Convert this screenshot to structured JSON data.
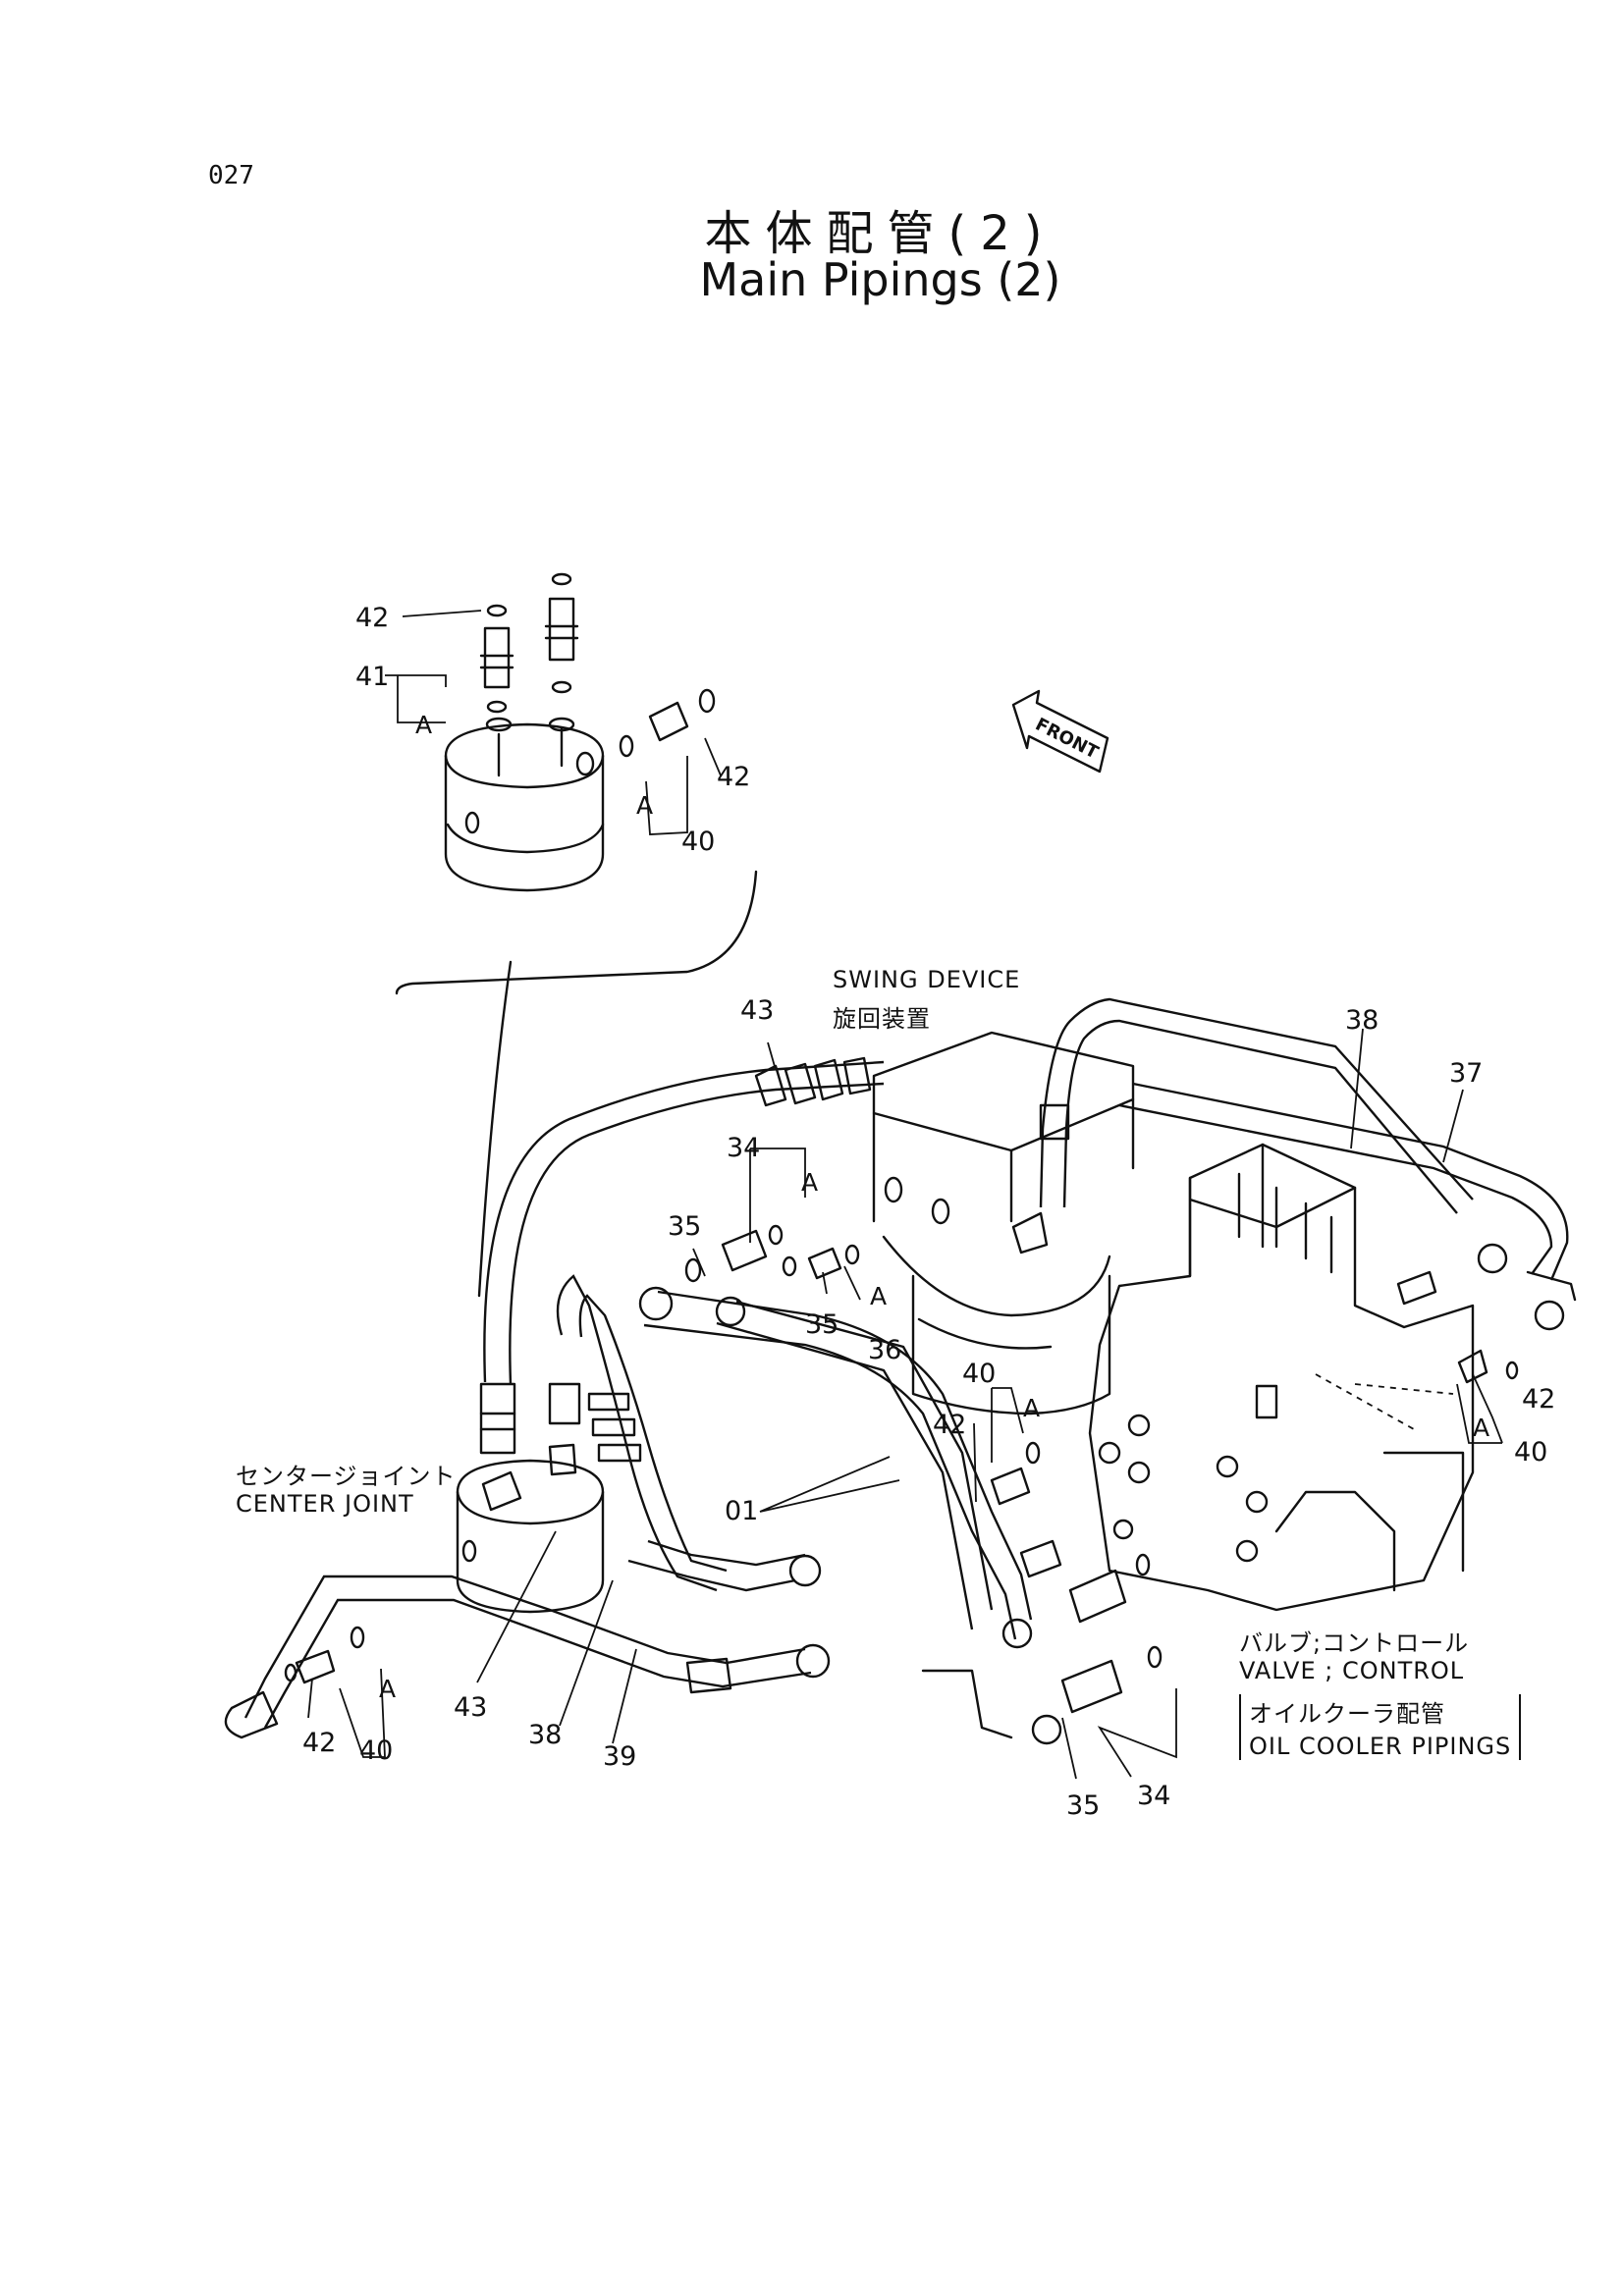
{
  "page": {
    "number": "027"
  },
  "title": {
    "japanese": "本体配管(2)",
    "english": "Main Pipings (2)"
  },
  "orientation": {
    "front_label": "FRONT"
  },
  "components": {
    "swing_device": {
      "en": "SWING DEVICE",
      "jp": "旋回装置"
    },
    "center_joint": {
      "jp": "センタージョイント",
      "en": "CENTER JOINT"
    },
    "control_valve": {
      "jp": "バルブ;コントロール",
      "en": "VALVE ; CONTROL"
    },
    "oil_cooler_pipings": {
      "jp": "オイルクーラ配管",
      "en": "OIL COOLER PIPINGS"
    }
  },
  "group_marks": [
    "A",
    "A",
    "A",
    "A",
    "A",
    "A",
    "A"
  ],
  "part_callouts": [
    "42",
    "41",
    "40",
    "42",
    "43",
    "38",
    "37",
    "34",
    "35",
    "35",
    "36",
    "40",
    "42",
    "42",
    "40",
    "01",
    "43",
    "38",
    "39",
    "42",
    "40",
    "35",
    "34"
  ]
}
